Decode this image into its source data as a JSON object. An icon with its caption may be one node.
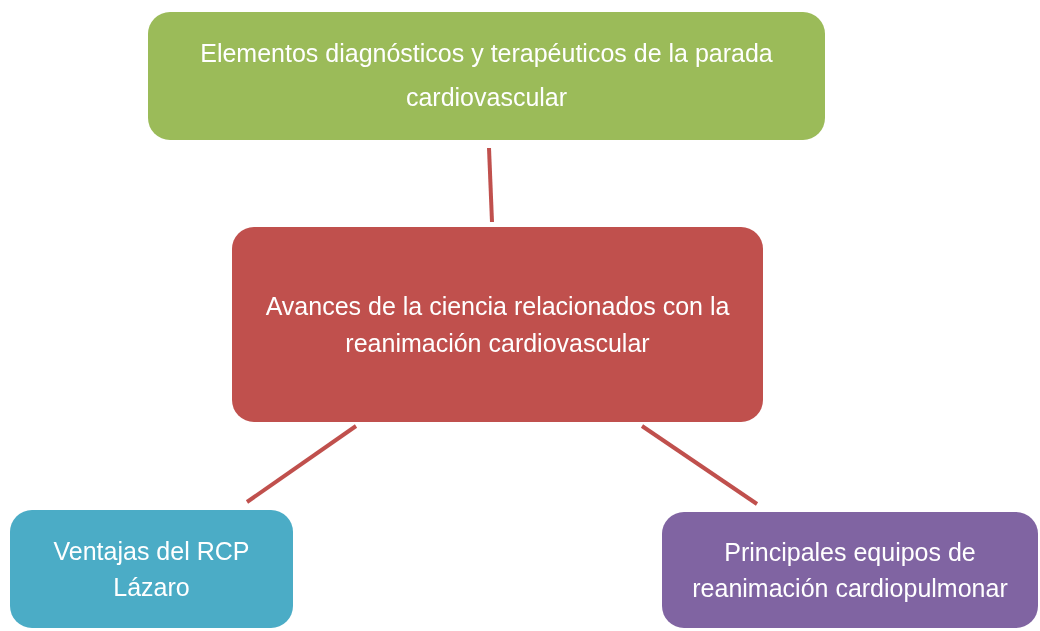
{
  "diagram": {
    "nodes": [
      {
        "text": [
          "Elementos diagnósticos y terapéuticos de la parada cardiovascular"
        ]
      },
      {
        "text": [
          "Avances de la ciencia relacionados con la reanimación cardiovascular"
        ]
      },
      {
        "text": [
          "Ventajas del RCP Lázaro"
        ]
      },
      {
        "text": [
          "Principales equipos de reanimación cardiopulmonar"
        ]
      }
    ],
    "edges": [
      {
        "from": 1,
        "to": 0,
        "arrow": "none"
      },
      {
        "from": 1,
        "to": 2,
        "arrow": "none"
      },
      {
        "from": 1,
        "to": 3,
        "arrow": "none"
      }
    ]
  }
}
